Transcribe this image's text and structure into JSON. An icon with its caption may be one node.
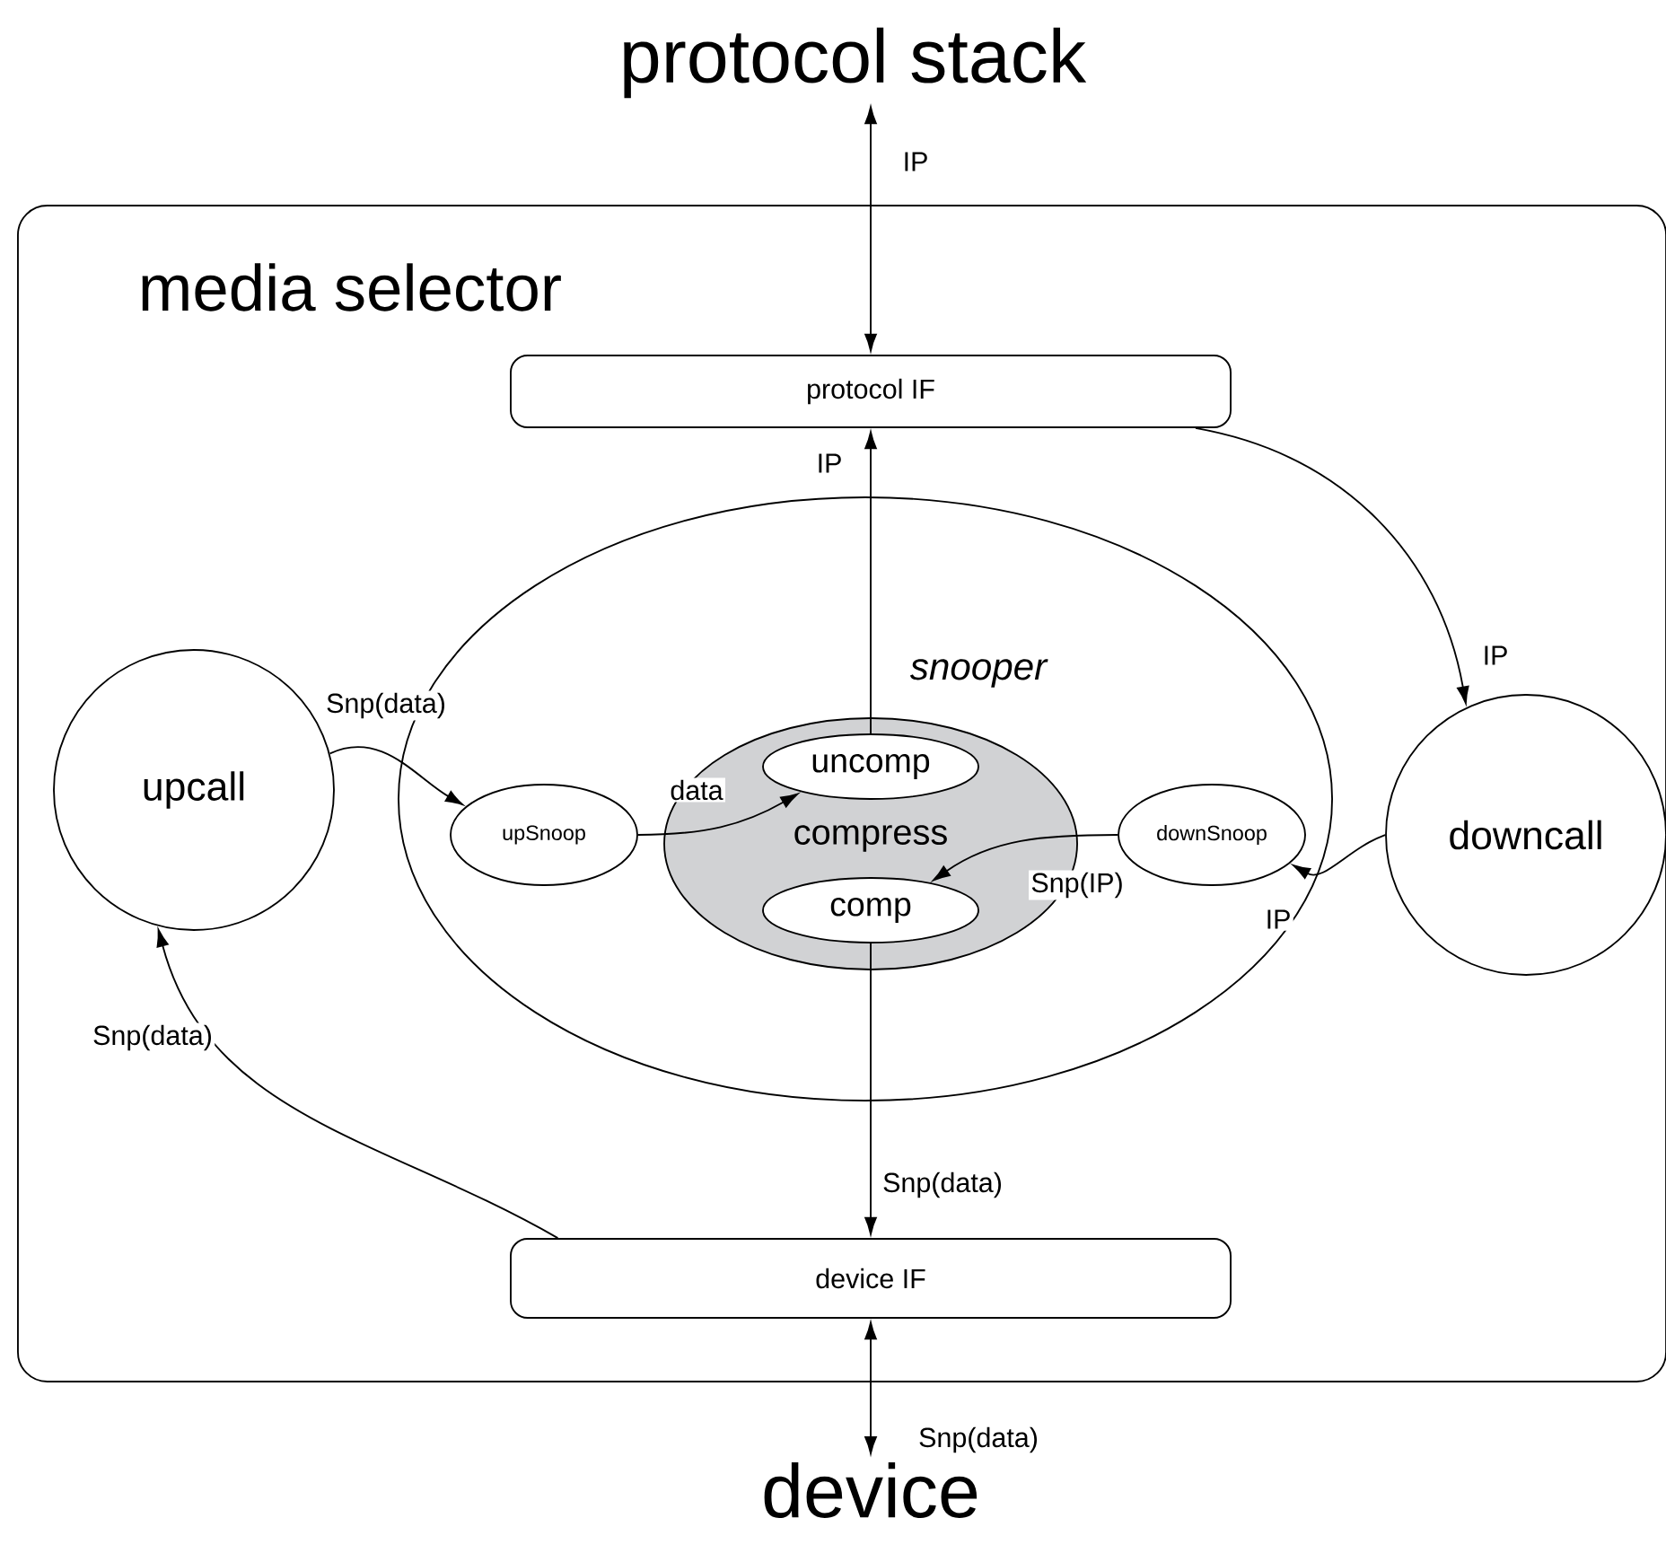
{
  "diagram": {
    "nodes": [
      {
        "text": [
          "protocol stack"
        ]
      },
      {
        "text": [
          "media selector"
        ]
      },
      {
        "text": [
          "protocol IF"
        ],
        "in": 1
      },
      {
        "text": [
          "snooper"
        ],
        "in": 1
      },
      {
        "text": [
          "upcall"
        ],
        "in": 1
      },
      {
        "text": [
          "upSnoop"
        ],
        "in": 3
      },
      {
        "text": [
          "compress"
        ],
        "in": 3
      },
      {
        "text": [
          "uncomp"
        ],
        "in": 6
      },
      {
        "text": [
          "comp"
        ],
        "in": 6
      },
      {
        "text": [
          "downSnoop"
        ],
        "in": 3
      },
      {
        "text": [
          "downcall"
        ],
        "in": 1
      },
      {
        "text": [
          "device IF"
        ],
        "in": 1
      },
      {
        "text": [
          "device"
        ]
      }
    ],
    "edges": [
      {
        "from": 0,
        "to": 2,
        "arrow": "both",
        "label": "IP"
      },
      {
        "from": 7,
        "to": 2,
        "arrow": "to",
        "label": "IP"
      },
      {
        "from": 2,
        "to": 10,
        "arrow": "to",
        "label": "IP"
      },
      {
        "from": 10,
        "to": 9,
        "arrow": "to",
        "label": "IP"
      },
      {
        "from": 9,
        "to": 8,
        "arrow": "to",
        "label": "Snp(IP)"
      },
      {
        "from": 8,
        "to": 11,
        "arrow": "to",
        "label": "Snp(data)"
      },
      {
        "from": 11,
        "to": 4,
        "arrow": "to",
        "label": "Snp(data)"
      },
      {
        "from": 4,
        "to": 5,
        "arrow": "to",
        "label": "Snp(data)"
      },
      {
        "from": 5,
        "to": 7,
        "arrow": "to",
        "label": "data"
      },
      {
        "from": 11,
        "to": 12,
        "arrow": "both",
        "label": "Snp(data)"
      }
    ]
  }
}
